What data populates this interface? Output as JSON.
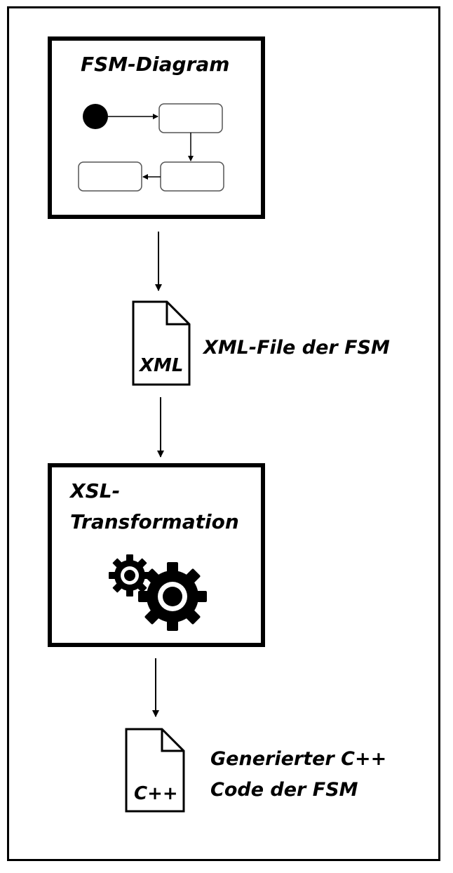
{
  "fsm_box": {
    "title": "FSM-Diagram"
  },
  "xml_file": {
    "icon_label": "XML",
    "caption": "XML-File der FSM"
  },
  "xsl_box": {
    "title_line1": "XSL-",
    "title_line2": "Transformation",
    "icon": "gears-icon"
  },
  "cpp_file": {
    "icon_label": "C++",
    "caption_line1": "Generierter C++",
    "caption_line2": "Code der FSM"
  },
  "colors": {
    "stroke": "#000000",
    "background": "#ffffff",
    "state_border": "#555555"
  }
}
